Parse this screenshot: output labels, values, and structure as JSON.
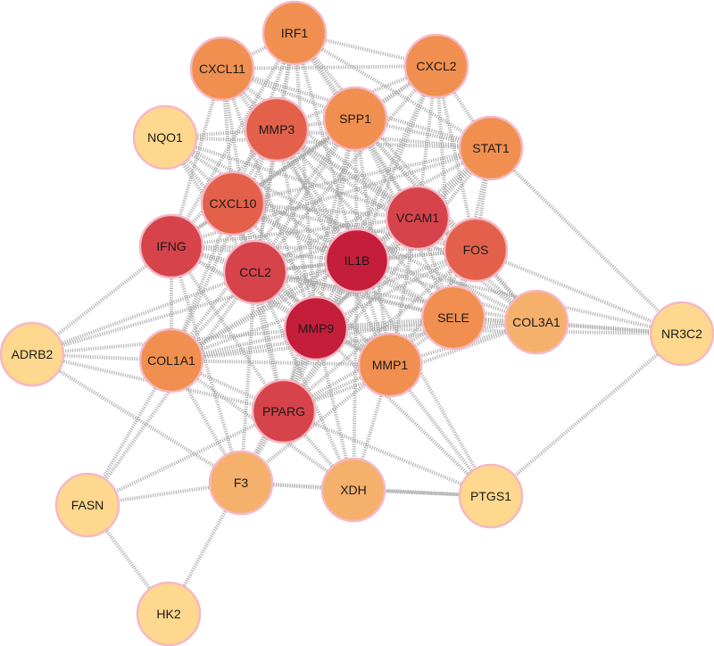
{
  "network": {
    "colors": {
      "dark_red": "#c41e3a",
      "red": "#d6434a",
      "red_orange": "#e3614a",
      "orange": "#f08f4f",
      "light_orange": "#f5b06b",
      "pale": "#fdd88e",
      "edge": "#a9a9a9",
      "node_border": "#f5b8c4"
    },
    "nodes": [
      {
        "id": "IRF1",
        "label": "IRF1",
        "color": "orange"
      },
      {
        "id": "CXCL11",
        "label": "CXCL11",
        "color": "orange"
      },
      {
        "id": "CXCL2",
        "label": "CXCL2",
        "color": "orange"
      },
      {
        "id": "NQO1",
        "label": "NQO1",
        "color": "pale"
      },
      {
        "id": "MMP3",
        "label": "MMP3",
        "color": "red_orange"
      },
      {
        "id": "SPP1",
        "label": "SPP1",
        "color": "orange"
      },
      {
        "id": "STAT1",
        "label": "STAT1",
        "color": "orange"
      },
      {
        "id": "CXCL10",
        "label": "CXCL10",
        "color": "red_orange"
      },
      {
        "id": "VCAM1",
        "label": "VCAM1",
        "color": "red"
      },
      {
        "id": "IFNG",
        "label": "IFNG",
        "color": "red"
      },
      {
        "id": "IL1B",
        "label": "IL1B",
        "color": "dark_red"
      },
      {
        "id": "FOS",
        "label": "FOS",
        "color": "red_orange"
      },
      {
        "id": "CCL2",
        "label": "CCL2",
        "color": "red"
      },
      {
        "id": "MMP9",
        "label": "MMP9",
        "color": "dark_red"
      },
      {
        "id": "SELE",
        "label": "SELE",
        "color": "orange"
      },
      {
        "id": "COL3A1",
        "label": "COL3A1",
        "color": "light_orange"
      },
      {
        "id": "NR3C2",
        "label": "NR3C2",
        "color": "pale"
      },
      {
        "id": "ADRB2",
        "label": "ADRB2",
        "color": "pale"
      },
      {
        "id": "COL1A1",
        "label": "COL1A1",
        "color": "orange"
      },
      {
        "id": "MMP1",
        "label": "MMP1",
        "color": "orange"
      },
      {
        "id": "PPARG",
        "label": "PPARG",
        "color": "red"
      },
      {
        "id": "F3",
        "label": "F3",
        "color": "light_orange"
      },
      {
        "id": "XDH",
        "label": "XDH",
        "color": "light_orange"
      },
      {
        "id": "FASN",
        "label": "FASN",
        "color": "pale"
      },
      {
        "id": "PTGS1",
        "label": "PTGS1",
        "color": "pale"
      },
      {
        "id": "HK2",
        "label": "HK2",
        "color": "pale"
      }
    ],
    "edges": [
      [
        "IRF1",
        "CXCL11"
      ],
      [
        "IRF1",
        "CXCL2"
      ],
      [
        "IRF1",
        "SPP1"
      ],
      [
        "IRF1",
        "MMP3"
      ],
      [
        "IRF1",
        "STAT1"
      ],
      [
        "IRF1",
        "CXCL10"
      ],
      [
        "IRF1",
        "VCAM1"
      ],
      [
        "IRF1",
        "IL1B"
      ],
      [
        "IRF1",
        "CCL2"
      ],
      [
        "IRF1",
        "MMP9"
      ],
      [
        "IRF1",
        "IFNG"
      ],
      [
        "IRF1",
        "FOS"
      ],
      [
        "CXCL11",
        "SPP1"
      ],
      [
        "CXCL11",
        "MMP3"
      ],
      [
        "CXCL11",
        "CXCL10"
      ],
      [
        "CXCL11",
        "STAT1"
      ],
      [
        "CXCL11",
        "IFNG"
      ],
      [
        "CXCL11",
        "CCL2"
      ],
      [
        "CXCL11",
        "IL1B"
      ],
      [
        "CXCL11",
        "MMP9"
      ],
      [
        "CXCL11",
        "CXCL2"
      ],
      [
        "CXCL11",
        "VCAM1"
      ],
      [
        "CXCL2",
        "SPP1"
      ],
      [
        "CXCL2",
        "MMP3"
      ],
      [
        "CXCL2",
        "STAT1"
      ],
      [
        "CXCL2",
        "CXCL10"
      ],
      [
        "CXCL2",
        "IL1B"
      ],
      [
        "CXCL2",
        "CCL2"
      ],
      [
        "CXCL2",
        "MMP9"
      ],
      [
        "CXCL2",
        "VCAM1"
      ],
      [
        "CXCL2",
        "FOS"
      ],
      [
        "CXCL2",
        "SELE"
      ],
      [
        "CXCL2",
        "IFNG"
      ],
      [
        "NQO1",
        "MMP3"
      ],
      [
        "NQO1",
        "IL1B"
      ],
      [
        "NQO1",
        "CCL2"
      ],
      [
        "NQO1",
        "VCAM1"
      ],
      [
        "NQO1",
        "MMP9"
      ],
      [
        "NQO1",
        "CXCL10"
      ],
      [
        "NQO1",
        "STAT1"
      ],
      [
        "NQO1",
        "COL3A1"
      ],
      [
        "MMP3",
        "SPP1"
      ],
      [
        "MMP3",
        "STAT1"
      ],
      [
        "MMP3",
        "CXCL10"
      ],
      [
        "MMP3",
        "VCAM1"
      ],
      [
        "MMP3",
        "IL1B"
      ],
      [
        "MMP3",
        "CCL2"
      ],
      [
        "MMP3",
        "MMP9"
      ],
      [
        "MMP3",
        "FOS"
      ],
      [
        "MMP3",
        "SELE"
      ],
      [
        "MMP3",
        "COL1A1"
      ],
      [
        "MMP3",
        "MMP1"
      ],
      [
        "MMP3",
        "IFNG"
      ],
      [
        "MMP3",
        "COL3A1"
      ],
      [
        "SPP1",
        "STAT1"
      ],
      [
        "SPP1",
        "CXCL10"
      ],
      [
        "SPP1",
        "VCAM1"
      ],
      [
        "SPP1",
        "IL1B"
      ],
      [
        "SPP1",
        "CCL2"
      ],
      [
        "SPP1",
        "MMP9"
      ],
      [
        "SPP1",
        "FOS"
      ],
      [
        "SPP1",
        "SELE"
      ],
      [
        "SPP1",
        "COL1A1"
      ],
      [
        "SPP1",
        "MMP1"
      ],
      [
        "SPP1",
        "PPARG"
      ],
      [
        "SPP1",
        "COL3A1"
      ],
      [
        "SPP1",
        "IFNG"
      ],
      [
        "STAT1",
        "CXCL10"
      ],
      [
        "STAT1",
        "VCAM1"
      ],
      [
        "STAT1",
        "IL1B"
      ],
      [
        "STAT1",
        "CCL2"
      ],
      [
        "STAT1",
        "IFNG"
      ],
      [
        "STAT1",
        "FOS"
      ],
      [
        "STAT1",
        "MMP9"
      ],
      [
        "STAT1",
        "NR3C2"
      ],
      [
        "STAT1",
        "SELE"
      ],
      [
        "STAT1",
        "PPARG"
      ],
      [
        "CXCL10",
        "VCAM1"
      ],
      [
        "CXCL10",
        "IFNG"
      ],
      [
        "CXCL10",
        "IL1B"
      ],
      [
        "CXCL10",
        "CCL2"
      ],
      [
        "CXCL10",
        "MMP9"
      ],
      [
        "CXCL10",
        "FOS"
      ],
      [
        "CXCL10",
        "SELE"
      ],
      [
        "CXCL10",
        "COL1A1"
      ],
      [
        "CXCL10",
        "PPARG"
      ],
      [
        "CXCL10",
        "MMP1"
      ],
      [
        "VCAM1",
        "IFNG"
      ],
      [
        "VCAM1",
        "IL1B"
      ],
      [
        "VCAM1",
        "FOS"
      ],
      [
        "VCAM1",
        "CCL2"
      ],
      [
        "VCAM1",
        "MMP9"
      ],
      [
        "VCAM1",
        "SELE"
      ],
      [
        "VCAM1",
        "COL3A1"
      ],
      [
        "VCAM1",
        "PPARG"
      ],
      [
        "VCAM1",
        "MMP1"
      ],
      [
        "VCAM1",
        "COL1A1"
      ],
      [
        "IFNG",
        "IL1B"
      ],
      [
        "IFNG",
        "CCL2"
      ],
      [
        "IFNG",
        "MMP9"
      ],
      [
        "IFNG",
        "COL1A1"
      ],
      [
        "IFNG",
        "PPARG"
      ],
      [
        "IFNG",
        "ADRB2"
      ],
      [
        "IFNG",
        "FOS"
      ],
      [
        "IFNG",
        "SELE"
      ],
      [
        "IFNG",
        "F3"
      ],
      [
        "IFNG",
        "MMP1"
      ],
      [
        "IL1B",
        "FOS"
      ],
      [
        "IL1B",
        "CCL2"
      ],
      [
        "IL1B",
        "MMP9"
      ],
      [
        "IL1B",
        "SELE"
      ],
      [
        "IL1B",
        "COL3A1"
      ],
      [
        "IL1B",
        "COL1A1"
      ],
      [
        "IL1B",
        "MMP1"
      ],
      [
        "IL1B",
        "PPARG"
      ],
      [
        "IL1B",
        "F3"
      ],
      [
        "IL1B",
        "XDH"
      ],
      [
        "IL1B",
        "PTGS1"
      ],
      [
        "IL1B",
        "NR3C2"
      ],
      [
        "IL1B",
        "ADRB2"
      ],
      [
        "FOS",
        "CCL2"
      ],
      [
        "FOS",
        "MMP9"
      ],
      [
        "FOS",
        "SELE"
      ],
      [
        "FOS",
        "COL3A1"
      ],
      [
        "FOS",
        "NR3C2"
      ],
      [
        "FOS",
        "MMP1"
      ],
      [
        "FOS",
        "COL1A1"
      ],
      [
        "FOS",
        "PPARG"
      ],
      [
        "CCL2",
        "MMP9"
      ],
      [
        "CCL2",
        "SELE"
      ],
      [
        "CCL2",
        "COL1A1"
      ],
      [
        "CCL2",
        "PPARG"
      ],
      [
        "CCL2",
        "MMP1"
      ],
      [
        "CCL2",
        "F3"
      ],
      [
        "CCL2",
        "XDH"
      ],
      [
        "CCL2",
        "ADRB2"
      ],
      [
        "CCL2",
        "COL3A1"
      ],
      [
        "CCL2",
        "FASN"
      ],
      [
        "MMP9",
        "SELE"
      ],
      [
        "MMP9",
        "COL3A1"
      ],
      [
        "MMP9",
        "COL1A1"
      ],
      [
        "MMP9",
        "MMP1"
      ],
      [
        "MMP9",
        "PPARG"
      ],
      [
        "MMP9",
        "F3"
      ],
      [
        "MMP9",
        "XDH"
      ],
      [
        "MMP9",
        "PTGS1"
      ],
      [
        "MMP9",
        "ADRB2"
      ],
      [
        "MMP9",
        "NR3C2"
      ],
      [
        "SELE",
        "COL3A1"
      ],
      [
        "SELE",
        "MMP1"
      ],
      [
        "SELE",
        "PPARG"
      ],
      [
        "SELE",
        "COL1A1"
      ],
      [
        "SELE",
        "NR3C2"
      ],
      [
        "COL3A1",
        "MMP1"
      ],
      [
        "COL3A1",
        "COL1A1"
      ],
      [
        "COL3A1",
        "NR3C2"
      ],
      [
        "COL3A1",
        "PPARG"
      ],
      [
        "NR3C2",
        "PTGS1"
      ],
      [
        "ADRB2",
        "COL1A1"
      ],
      [
        "ADRB2",
        "PPARG"
      ],
      [
        "ADRB2",
        "F3"
      ],
      [
        "COL1A1",
        "PPARG"
      ],
      [
        "COL1A1",
        "MMP1"
      ],
      [
        "COL1A1",
        "F3"
      ],
      [
        "COL1A1",
        "FASN"
      ],
      [
        "COL1A1",
        "XDH"
      ],
      [
        "MMP1",
        "PPARG"
      ],
      [
        "MMP1",
        "XDH"
      ],
      [
        "MMP1",
        "PTGS1"
      ],
      [
        "MMP1",
        "F3"
      ],
      [
        "PPARG",
        "F3"
      ],
      [
        "PPARG",
        "XDH"
      ],
      [
        "PPARG",
        "FASN"
      ],
      [
        "PPARG",
        "PTGS1"
      ],
      [
        "F3",
        "XDH"
      ],
      [
        "F3",
        "PTGS1"
      ],
      [
        "F3",
        "FASN"
      ],
      [
        "XDH",
        "PTGS1"
      ],
      [
        "FASN",
        "HK2"
      ],
      [
        "HK2",
        "F3"
      ]
    ]
  }
}
